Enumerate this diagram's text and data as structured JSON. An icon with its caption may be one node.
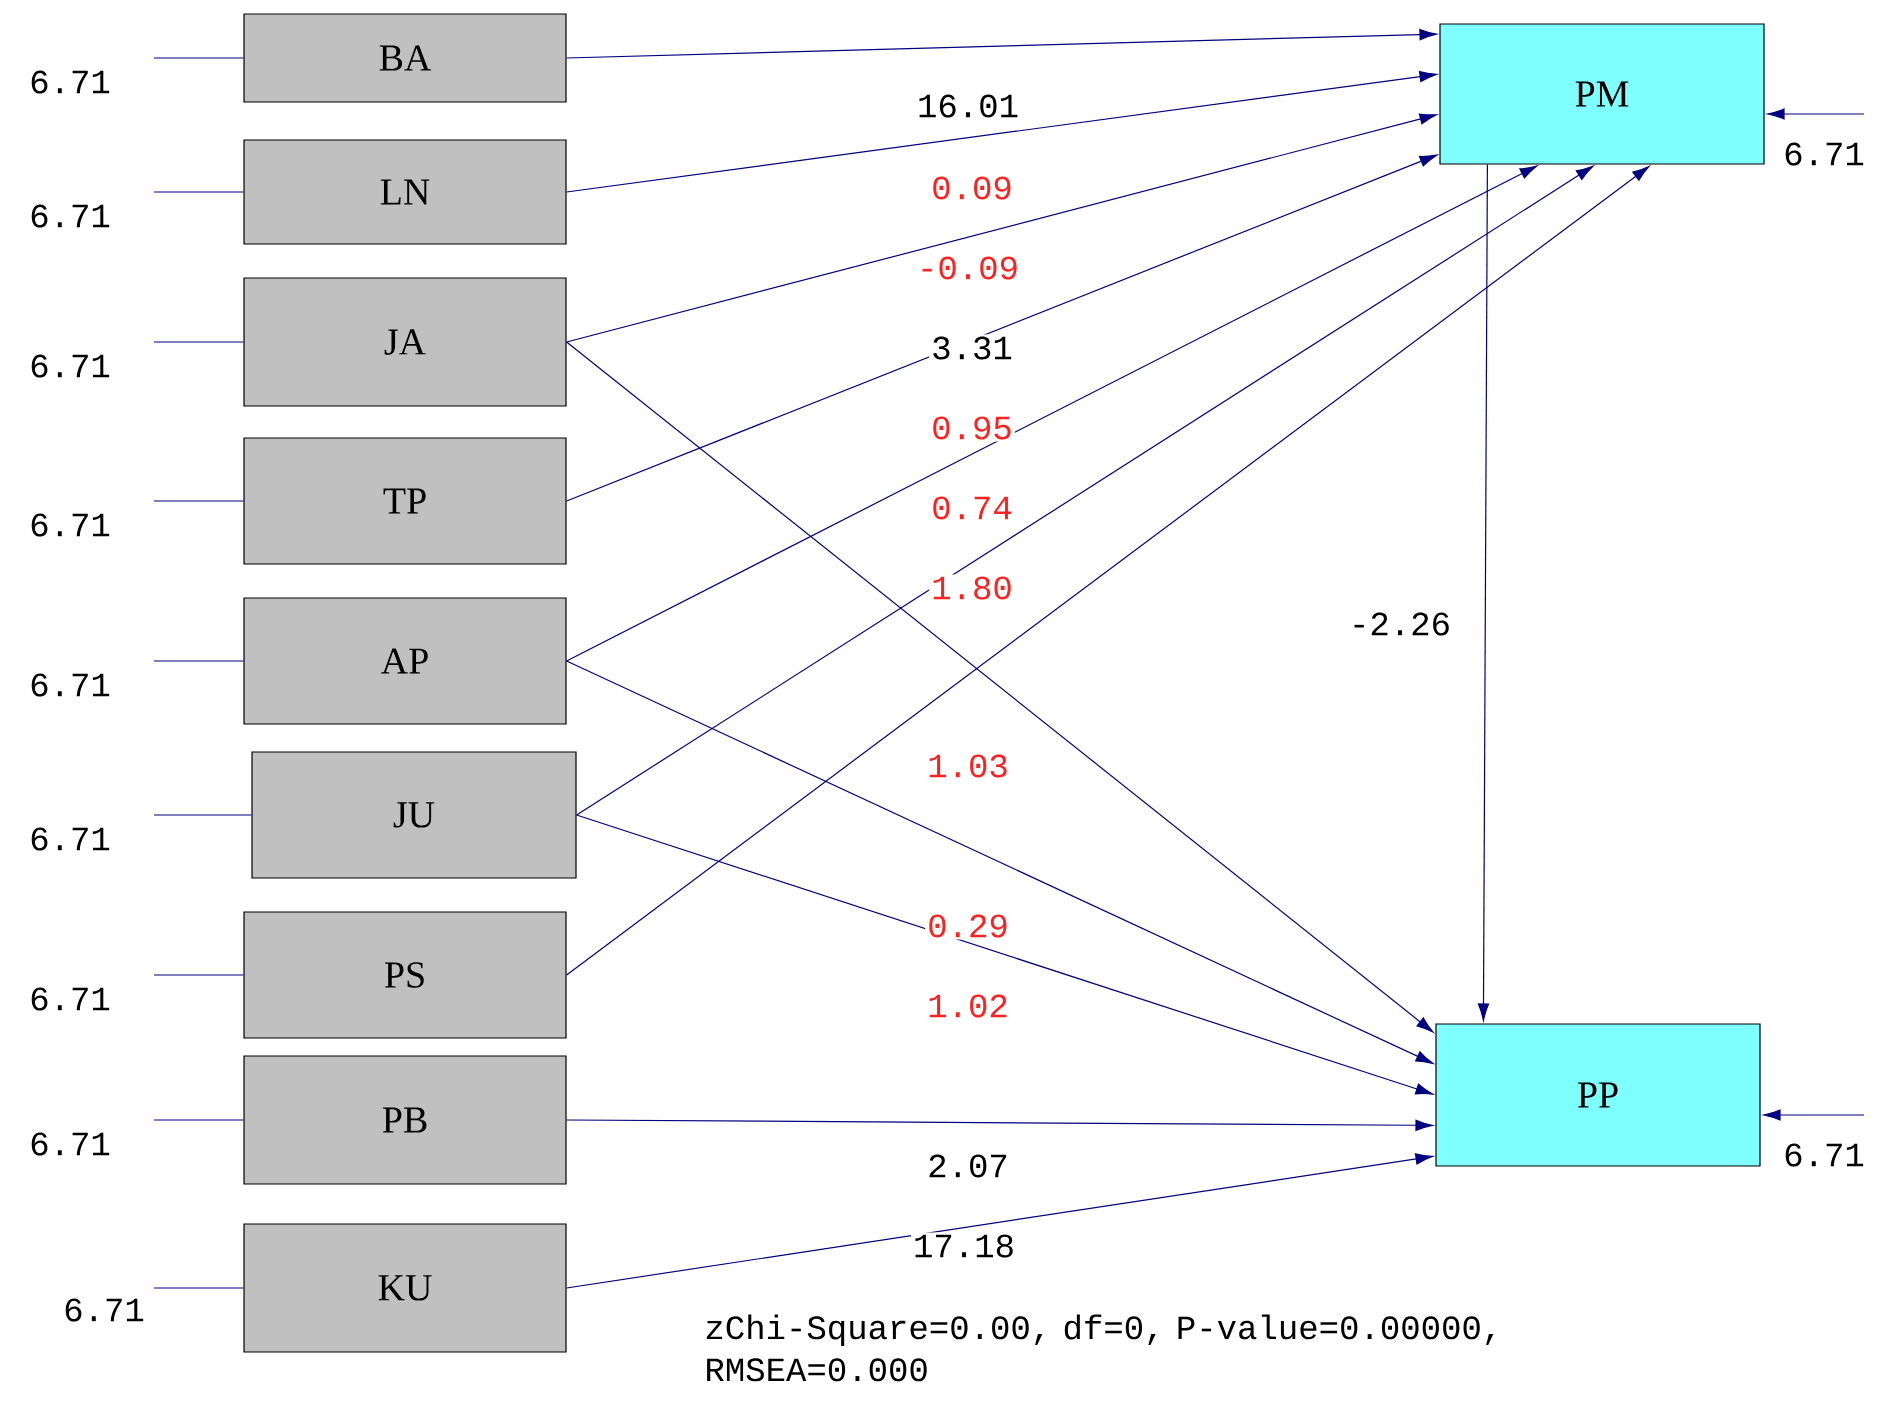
{
  "diagram": {
    "nodes": [
      {
        "text": [
          "BA"
        ]
      },
      {
        "text": [
          "LN"
        ]
      },
      {
        "text": [
          "JA"
        ]
      },
      {
        "text": [
          "TP"
        ]
      },
      {
        "text": [
          "AP"
        ]
      },
      {
        "text": [
          "JU"
        ]
      },
      {
        "text": [
          "PS"
        ]
      },
      {
        "text": [
          "PB"
        ]
      },
      {
        "text": [
          "KU"
        ]
      },
      {
        "text": [
          "PM"
        ]
      },
      {
        "text": [
          "PP"
        ]
      }
    ],
    "edges": [
      {
        "from": 0,
        "to": 9,
        "arrow": "to",
        "label": "16.01"
      },
      {
        "from": 1,
        "to": 9,
        "arrow": "to",
        "label": "0.09"
      },
      {
        "from": 2,
        "to": 9,
        "arrow": "to",
        "label": "-0.09"
      },
      {
        "from": 3,
        "to": 9,
        "arrow": "to",
        "label": "3.31"
      },
      {
        "from": 4,
        "to": 9,
        "arrow": "to",
        "label": "0.95"
      },
      {
        "from": 5,
        "to": 9,
        "arrow": "to",
        "label": "0.74"
      },
      {
        "from": 6,
        "to": 9,
        "arrow": "to",
        "label": "1.80"
      },
      {
        "from": 2,
        "to": 10,
        "arrow": "to",
        "label": "1.03"
      },
      {
        "from": 4,
        "to": 10,
        "arrow": "to",
        "label": "0.29"
      },
      {
        "from": 5,
        "to": 10,
        "arrow": "to",
        "label": "1.02"
      },
      {
        "from": 7,
        "to": 10,
        "arrow": "to",
        "label": "2.07"
      },
      {
        "from": 8,
        "to": 10,
        "arrow": "to",
        "label": "17.18"
      },
      {
        "from": 9,
        "to": 10,
        "arrow": "to",
        "label": "-2.26"
      },
      {
        "from": null,
        "to": 0,
        "arrow": "none",
        "label": "6.71"
      },
      {
        "from": null,
        "to": 1,
        "arrow": "none",
        "label": "6.71"
      },
      {
        "from": null,
        "to": 2,
        "arrow": "none",
        "label": "6.71"
      },
      {
        "from": null,
        "to": 3,
        "arrow": "none",
        "label": "6.71"
      },
      {
        "from": null,
        "to": 4,
        "arrow": "none",
        "label": "6.71"
      },
      {
        "from": null,
        "to": 5,
        "arrow": "none",
        "label": "6.71"
      },
      {
        "from": null,
        "to": 6,
        "arrow": "none",
        "label": "6.71"
      },
      {
        "from": null,
        "to": 7,
        "arrow": "none",
        "label": "6.71"
      },
      {
        "from": null,
        "to": 8,
        "arrow": "none",
        "label": "6.71"
      },
      {
        "from": null,
        "to": 9,
        "arrow": "to",
        "label": "6.71"
      },
      {
        "from": null,
        "to": 10,
        "arrow": "to",
        "label": "6.71"
      }
    ],
    "labels": [
      "zChi-Square=0.00, df=0, P-value=0.00000, RMSEA=0.000"
    ]
  }
}
